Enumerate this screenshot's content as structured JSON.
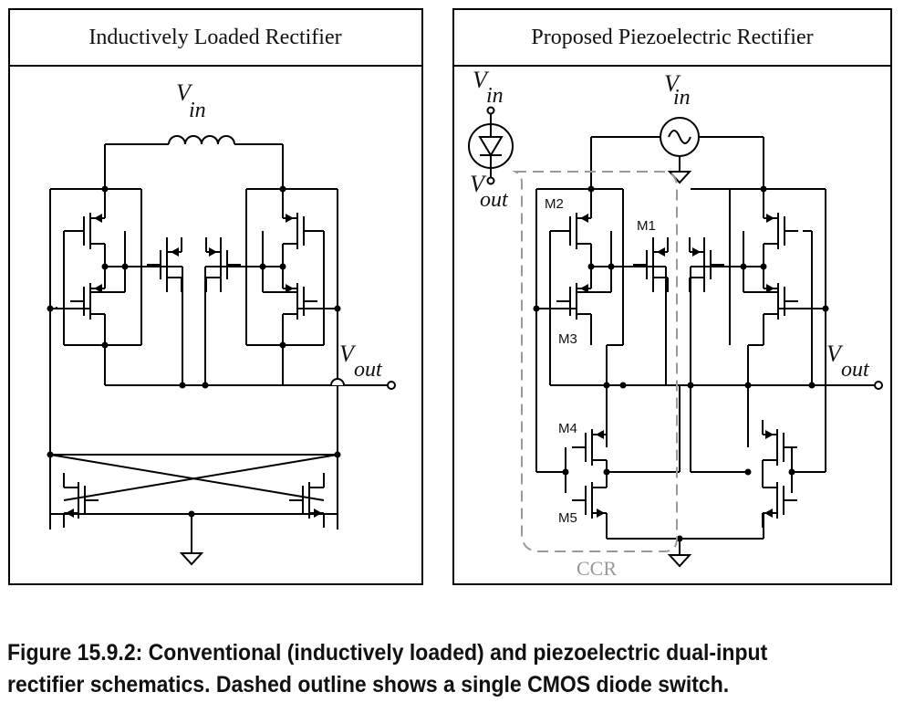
{
  "left_panel": {
    "title": "Inductively Loaded Rectifier",
    "vin_label": "V",
    "vin_sub": "in",
    "vout_label": "V",
    "vout_sub": "out"
  },
  "right_panel": {
    "title": "Proposed Piezoelectric Rectifier",
    "vin_label": "V",
    "vin_sub": "in",
    "vout_label": "V",
    "vout_sub": "out",
    "diode_in_label": "V",
    "diode_in_sub": "in",
    "diode_out_label": "V",
    "diode_out_sub": "out",
    "transistors": [
      "M1",
      "M2",
      "M3",
      "M4",
      "M5"
    ],
    "ccr_label": "CCR",
    "ccr_color": "#999999"
  },
  "caption": {
    "line1": "Figure 15.9.2: Conventional (inductively loaded) and piezoelectric dual-input",
    "line2": "rectifier schematics. Dashed outline shows a single CMOS diode switch."
  }
}
